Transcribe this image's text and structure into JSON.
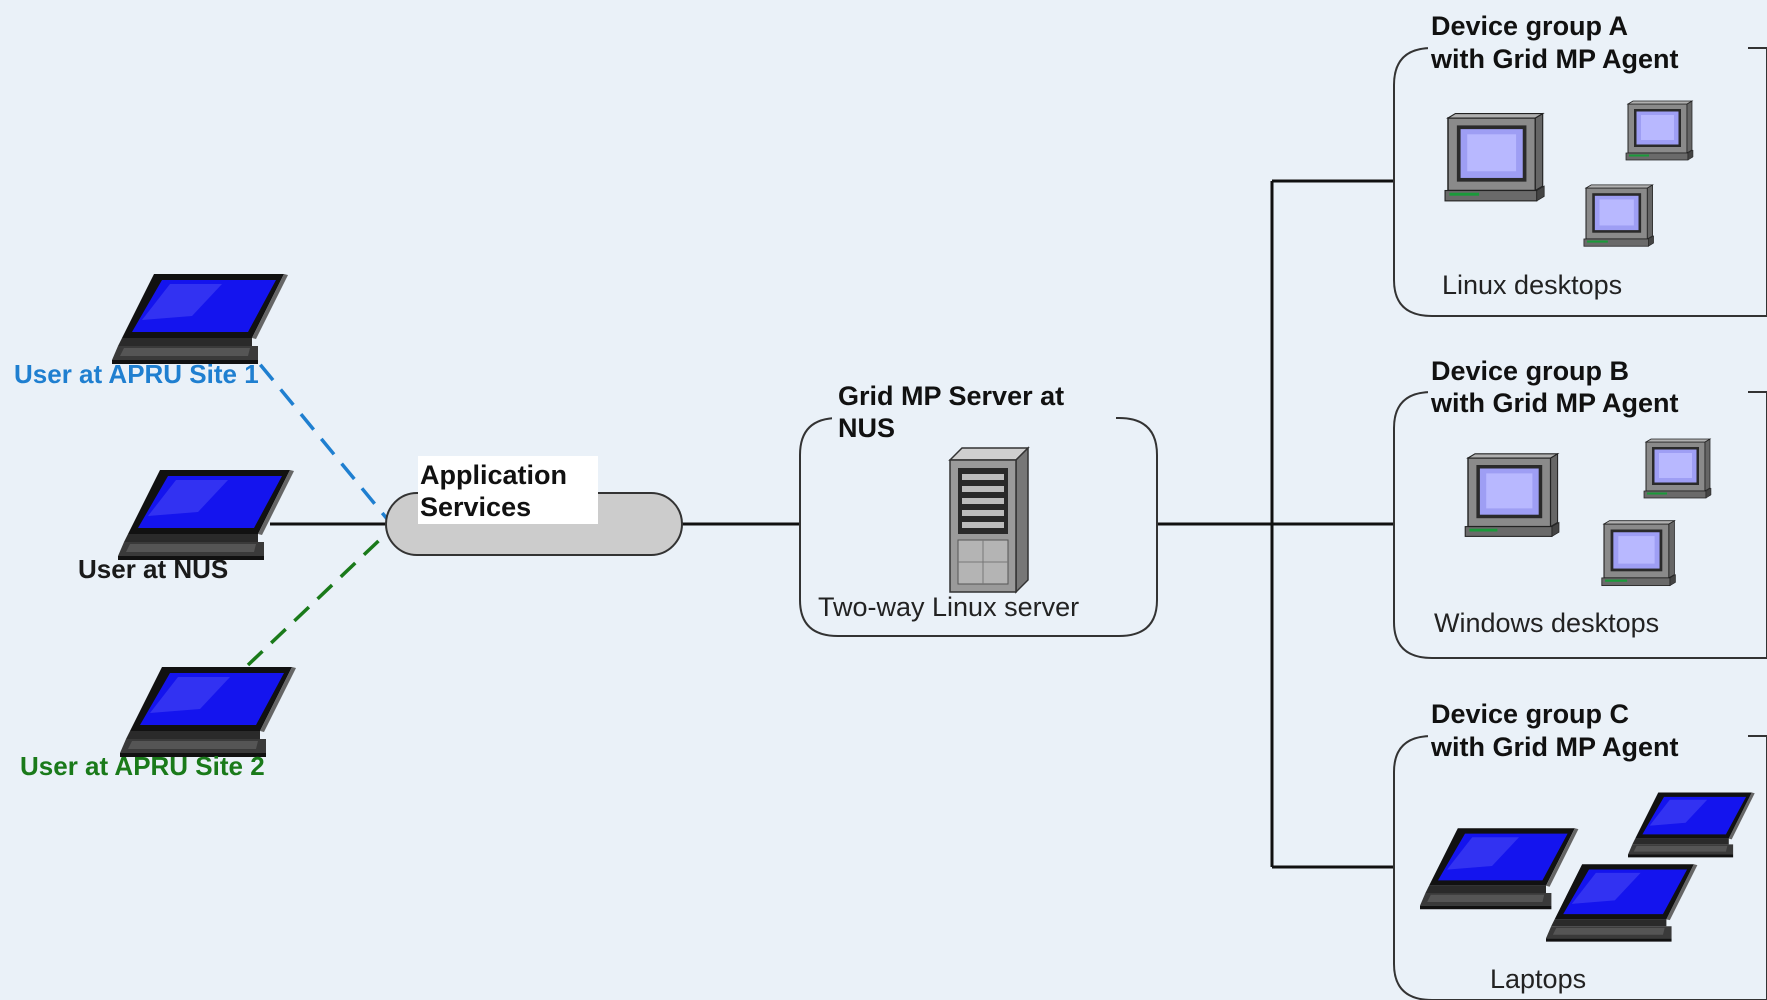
{
  "users": [
    {
      "label": "User at APRU Site 1",
      "color": "#1f7fd0"
    },
    {
      "label": "User at NUS",
      "color": "#1a1a1a"
    },
    {
      "label": "User at APRU Site 2",
      "color": "#1a7a1a"
    }
  ],
  "app_services": {
    "line1": "Application",
    "line2": "Services"
  },
  "server": {
    "title_line1": "Grid MP Server at",
    "title_line2": "NUS",
    "caption": "Two-way Linux server"
  },
  "groups": [
    {
      "title_line1": "Device group A",
      "title_line2": "with Grid MP Agent",
      "caption": "Linux desktops",
      "icon": "desktop-icon"
    },
    {
      "title_line1": "Device group B",
      "title_line2": "with Grid MP Agent",
      "caption": "Windows desktops",
      "icon": "desktop-icon"
    },
    {
      "title_line1": "Device group C",
      "title_line2": "with Grid MP Agent",
      "caption": "Laptops",
      "icon": "laptop-icon"
    }
  ],
  "colors": {
    "background": "#eaf1f8",
    "site1_link": "#1f7fd0",
    "site2_link": "#1a7a1a",
    "screen": "#0a0af0"
  }
}
